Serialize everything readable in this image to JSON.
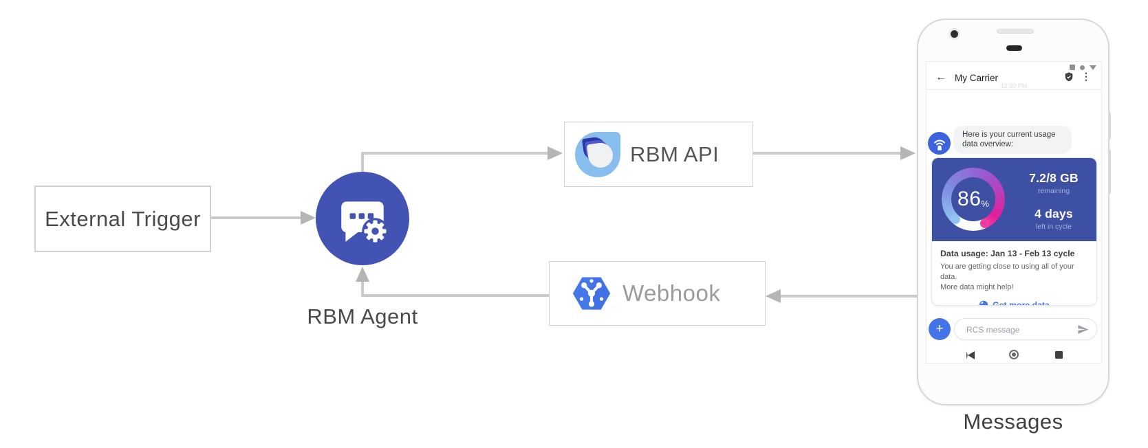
{
  "diagram": {
    "external_trigger_label": "External Trigger",
    "rbm_agent_label": "RBM Agent",
    "rbm_api_label": "RBM API",
    "webhook_label": "Webhook",
    "messages_caption": "Messages"
  },
  "phone": {
    "header": {
      "title": "My Carrier"
    },
    "timestamp": "12:30 PM",
    "chat": {
      "line1": "Here is your current usage",
      "line2": "data overview:"
    },
    "usage_card": {
      "gauge": {
        "type": "donut",
        "value": 86,
        "max": 100,
        "arc_colors": [
          "#8fc5f0",
          "#7d8ce0",
          "#9c55cf",
          "#e0209b",
          "#f13aa2"
        ],
        "remainder_color": "#ffffff"
      },
      "percent": "86",
      "percent_symbol": "%",
      "remaining_value": "7.2/8 GB",
      "remaining_label": "remaining",
      "days_value": "4 days",
      "days_label": "left in cycle",
      "title": "Data usage: Jan 13 - Feb 13 cycle",
      "body_line1": "You are getting close to using all of your data.",
      "body_line2": "More data might help!",
      "cta_label": "Get more data"
    },
    "composer": {
      "placeholder": "RCS message"
    }
  },
  "icons": {
    "back_arrow": "←",
    "menu_dots": "⋮",
    "plus": "+"
  },
  "colors": {
    "agent_circle_blue": "#4353b4",
    "card_blue": "#3e50a4",
    "avatar_blue": "#3d63dc",
    "link_blue": "#4173e6",
    "plus_button_blue": "#4374e9",
    "webhook_hexagon_blue": "#4477ea",
    "api_logo_light_blue": "#88beee",
    "api_logo_navy": "#2b36a5",
    "api_logo_blue": "#4a5cce",
    "connector_gray": "#cacaca",
    "arrowhead_gray": "#b5b5b5"
  }
}
